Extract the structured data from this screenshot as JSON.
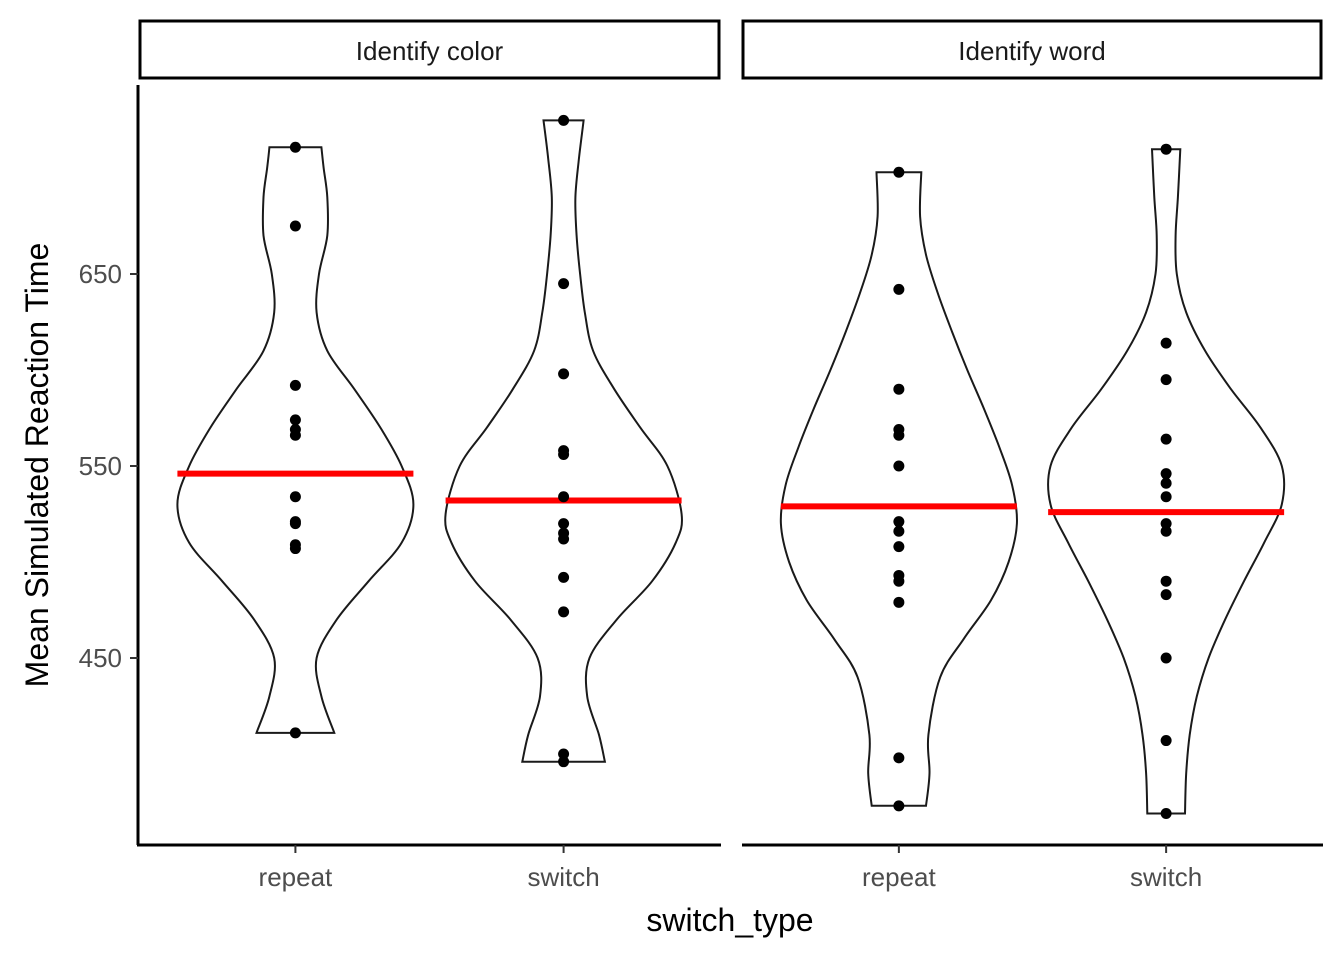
{
  "chart_data": {
    "type": "violin",
    "xlabel": "switch_type",
    "ylabel": "Mean Simulated Reaction Time",
    "ylim": [
      353,
      745
    ],
    "y_ticks": [
      450,
      550,
      650
    ],
    "categories": [
      "repeat",
      "switch"
    ],
    "mean_line_color": "#ff0000",
    "point_color": "#000000",
    "facets": [
      {
        "label": "Identify color",
        "groups": [
          {
            "category": "repeat",
            "mean": 546,
            "points": [
              716,
              675,
              592,
              574,
              569,
              566,
              534,
              521,
              520,
              509,
              507,
              411
            ],
            "density": [
              [
                411,
                0.33
              ],
              [
                430,
                0.22
              ],
              [
                450,
                0.18
              ],
              [
                470,
                0.35
              ],
              [
                490,
                0.62
              ],
              [
                510,
                0.9
              ],
              [
                530,
                1.0
              ],
              [
                550,
                0.9
              ],
              [
                570,
                0.72
              ],
              [
                590,
                0.5
              ],
              [
                610,
                0.27
              ],
              [
                630,
                0.18
              ],
              [
                650,
                0.2
              ],
              [
                670,
                0.27
              ],
              [
                690,
                0.27
              ],
              [
                705,
                0.24
              ],
              [
                716,
                0.22
              ]
            ]
          },
          {
            "category": "switch",
            "mean": 532,
            "points": [
              730,
              645,
              598,
              558,
              556,
              534,
              520,
              515,
              512,
              492,
              474,
              400,
              396
            ],
            "density": [
              [
                396,
                0.35
              ],
              [
                410,
                0.3
              ],
              [
                430,
                0.2
              ],
              [
                450,
                0.22
              ],
              [
                470,
                0.45
              ],
              [
                490,
                0.75
              ],
              [
                510,
                0.95
              ],
              [
                525,
                1.0
              ],
              [
                550,
                0.88
              ],
              [
                570,
                0.65
              ],
              [
                590,
                0.43
              ],
              [
                610,
                0.25
              ],
              [
                630,
                0.18
              ],
              [
                650,
                0.14
              ],
              [
                670,
                0.11
              ],
              [
                690,
                0.1
              ],
              [
                710,
                0.13
              ],
              [
                730,
                0.17
              ]
            ]
          }
        ]
      },
      {
        "label": "Identify word",
        "groups": [
          {
            "category": "repeat",
            "mean": 529,
            "points": [
              703,
              642,
              590,
              569,
              566,
              550,
              521,
              516,
              508,
              493,
              490,
              479,
              398,
              373
            ],
            "density": [
              [
                373,
                0.23
              ],
              [
                390,
                0.26
              ],
              [
                410,
                0.25
              ],
              [
                440,
                0.35
              ],
              [
                460,
                0.55
              ],
              [
                480,
                0.78
              ],
              [
                500,
                0.93
              ],
              [
                520,
                1.0
              ],
              [
                540,
                0.96
              ],
              [
                560,
                0.85
              ],
              [
                580,
                0.72
              ],
              [
                600,
                0.58
              ],
              [
                620,
                0.45
              ],
              [
                640,
                0.33
              ],
              [
                660,
                0.23
              ],
              [
                680,
                0.18
              ],
              [
                703,
                0.19
              ]
            ]
          },
          {
            "category": "switch",
            "mean": 526,
            "points": [
              715,
              614,
              595,
              564,
              546,
              541,
              534,
              520,
              516,
              490,
              483,
              450,
              407,
              369
            ],
            "density": [
              [
                369,
                0.16
              ],
              [
                390,
                0.17
              ],
              [
                410,
                0.2
              ],
              [
                430,
                0.26
              ],
              [
                450,
                0.36
              ],
              [
                470,
                0.5
              ],
              [
                490,
                0.66
              ],
              [
                510,
                0.83
              ],
              [
                530,
                0.98
              ],
              [
                550,
                0.98
              ],
              [
                570,
                0.8
              ],
              [
                590,
                0.55
              ],
              [
                610,
                0.33
              ],
              [
                630,
                0.17
              ],
              [
                650,
                0.09
              ],
              [
                670,
                0.08
              ],
              [
                690,
                0.1
              ],
              [
                715,
                0.12
              ]
            ]
          }
        ]
      }
    ]
  }
}
